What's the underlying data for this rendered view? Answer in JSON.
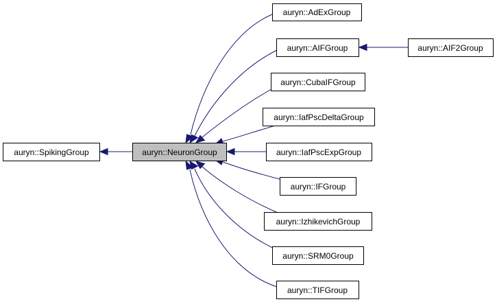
{
  "diagram": {
    "nodes": {
      "spiking_group": "auryn::SpikingGroup",
      "neuron_group": "auryn::NeuronGroup",
      "adex_group": "auryn::AdExGroup",
      "aif_group": "auryn::AIFGroup",
      "aif2_group": "auryn::AIF2Group",
      "cubaif_group": "auryn::CubaIFGroup",
      "iafpscdelta_group": "auryn::IafPscDeltaGroup",
      "iafpscexp_group": "auryn::IafPscExpGroup",
      "if_group": "auryn::IFGroup",
      "izhikevich_group": "auryn::IzhikevichGroup",
      "srm0_group": "auryn::SRM0Group",
      "tif_group": "auryn::TIFGroup"
    },
    "colors": {
      "edge": "#191970",
      "current_node_fill": "#bfbfbf",
      "node_fill": "#ffffff",
      "node_border": "#000000"
    }
  }
}
